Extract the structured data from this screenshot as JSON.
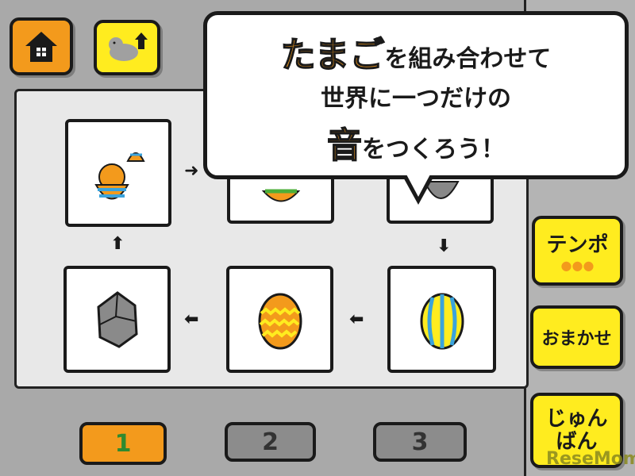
{
  "toolbar": {
    "home_icon": "house-icon",
    "bird_icon": "bird-up-arrow-icon"
  },
  "bubble": {
    "line1_highlight": "たまご",
    "line1_rest": "を組み合わせて",
    "line2": "世界に一つだけの",
    "line3_highlight": "音",
    "line3_rest": "をつくろう！"
  },
  "cards": [
    {
      "icon": "hatching-bird-icon"
    },
    {
      "icon": "green-striped-egg-icon"
    },
    {
      "icon": "gray-stone-egg-icon"
    },
    {
      "icon": "striped-blue-yellow-egg-icon"
    },
    {
      "icon": "zigzag-orange-egg-icon"
    },
    {
      "icon": "stone-egg-icon"
    }
  ],
  "side": {
    "tempo": "テンポ",
    "omakase": "おまかせ",
    "junban_1": "じゅん",
    "junban_2": "ばん"
  },
  "tabs": [
    "1",
    "2",
    "3"
  ],
  "watermark": "ReseMom",
  "colors": {
    "orange": "#f39a1c",
    "yellow": "#ffec1f",
    "gray": "#a9a9a9"
  }
}
